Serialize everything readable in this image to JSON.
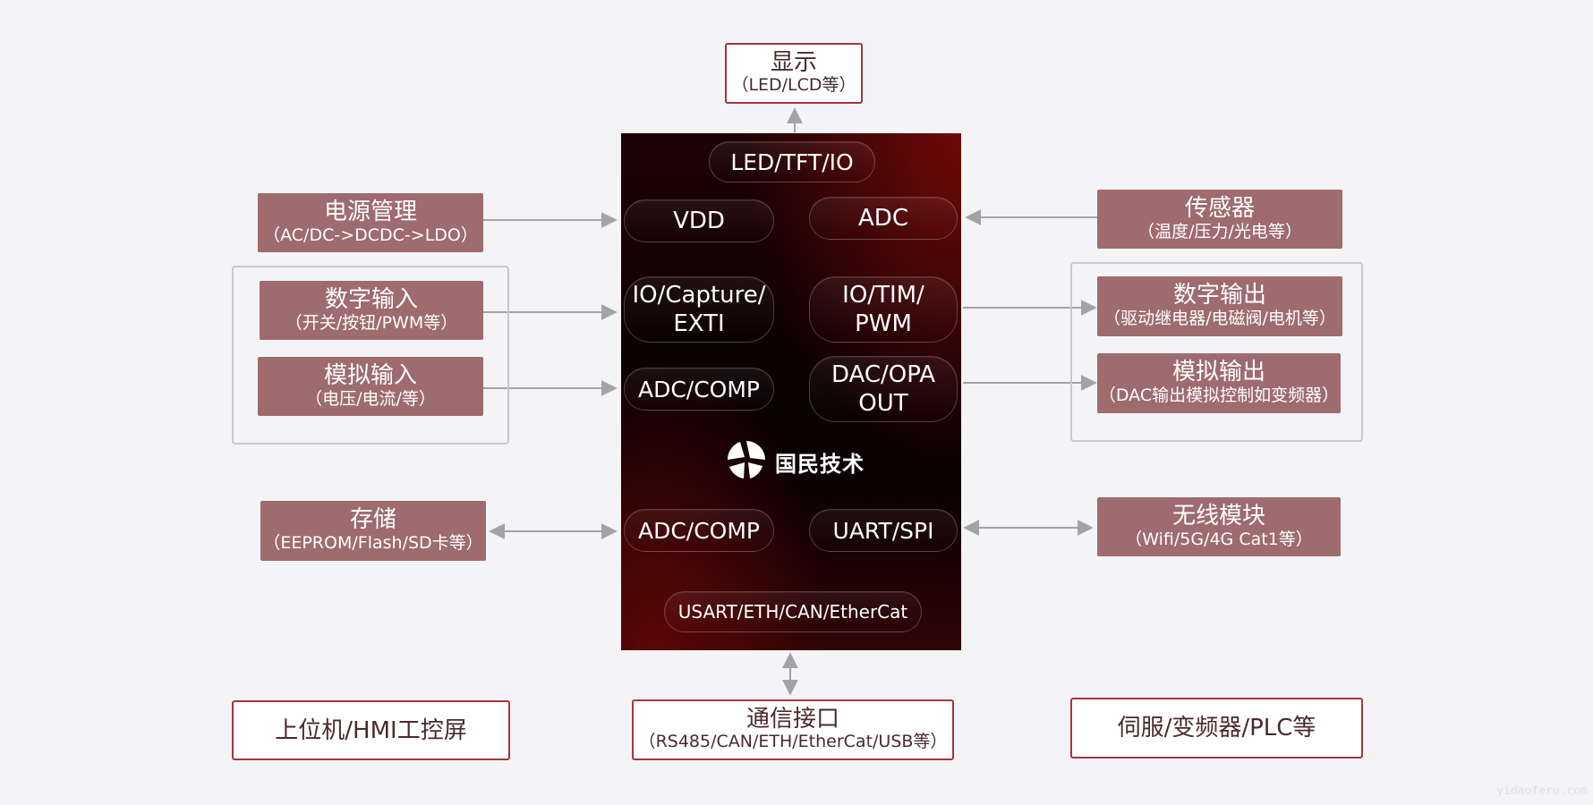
{
  "display": {
    "title": "显示",
    "sub": "（LED/LCD等）"
  },
  "power": {
    "title": "电源管理",
    "sub": "（AC/DC->DCDC->LDO）"
  },
  "sensor": {
    "title": "传感器",
    "sub": "（温度/压力/光电等）"
  },
  "digital_in": {
    "title": "数字输入",
    "sub": "（开关/按钮/PWM等）"
  },
  "analog_in": {
    "title": "模拟输入",
    "sub": "（电压/电流/等）"
  },
  "digital_out": {
    "title": "数字输出",
    "sub": "（驱动继电器/电磁阀/电机等）"
  },
  "analog_out": {
    "title": "模拟输出",
    "sub": "（DAC输出模拟控制如变频器）"
  },
  "storage": {
    "title": "存储",
    "sub": "（EEPROM/Flash/SD卡等）"
  },
  "wireless": {
    "title": "无线模块",
    "sub": "（Wifi/5G/4G Cat1等）"
  },
  "hmi": {
    "title": "上位机/HMI工控屏"
  },
  "comm": {
    "title": "通信接口",
    "sub": "（RS485/CAN/ETH/EtherCat/USB等）"
  },
  "servo": {
    "title": "伺服/变频器/PLC等"
  },
  "mcu": {
    "led_tft_io": "LED/TFT/IO",
    "vdd": "VDD",
    "adc": "ADC",
    "io_capture": "IO/Capture/\nEXTI",
    "io_tim": "IO/TIM/\nPWM",
    "adc_comp_1": "ADC/COMP",
    "dac_opa": "DAC/OPA\nOUT",
    "logo": "国民技术",
    "adc_comp_2": "ADC/COMP",
    "uart_spi": "UART/SPI",
    "usart": "USART/ETH/CAN/EtherCat"
  },
  "colors": {
    "block": "#9e6b6e",
    "outline_border": "#a8353c",
    "arrow": "#a3a3a6",
    "mcu_dark": "#0c0103",
    "mcu_red": "#6f0909"
  },
  "watermark": "yidaoferu.com"
}
